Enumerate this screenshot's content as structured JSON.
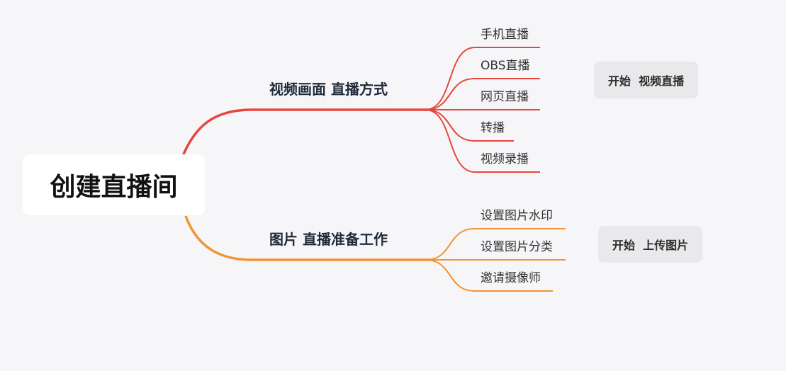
{
  "root": {
    "label": "创建直播间"
  },
  "branches": [
    {
      "label": "视频画面 直播方式",
      "color": "#e8463c",
      "children": [
        "手机直播",
        "OBS直播",
        "网页直播",
        "转播",
        "视频录播"
      ],
      "note": "开始  视频直播"
    },
    {
      "label": "图片 直播准备工作",
      "color": "#f39433",
      "children": [
        "设置图片水印",
        "设置图片分类",
        "邀请摄像师"
      ],
      "note": "开始  上传图片"
    }
  ]
}
